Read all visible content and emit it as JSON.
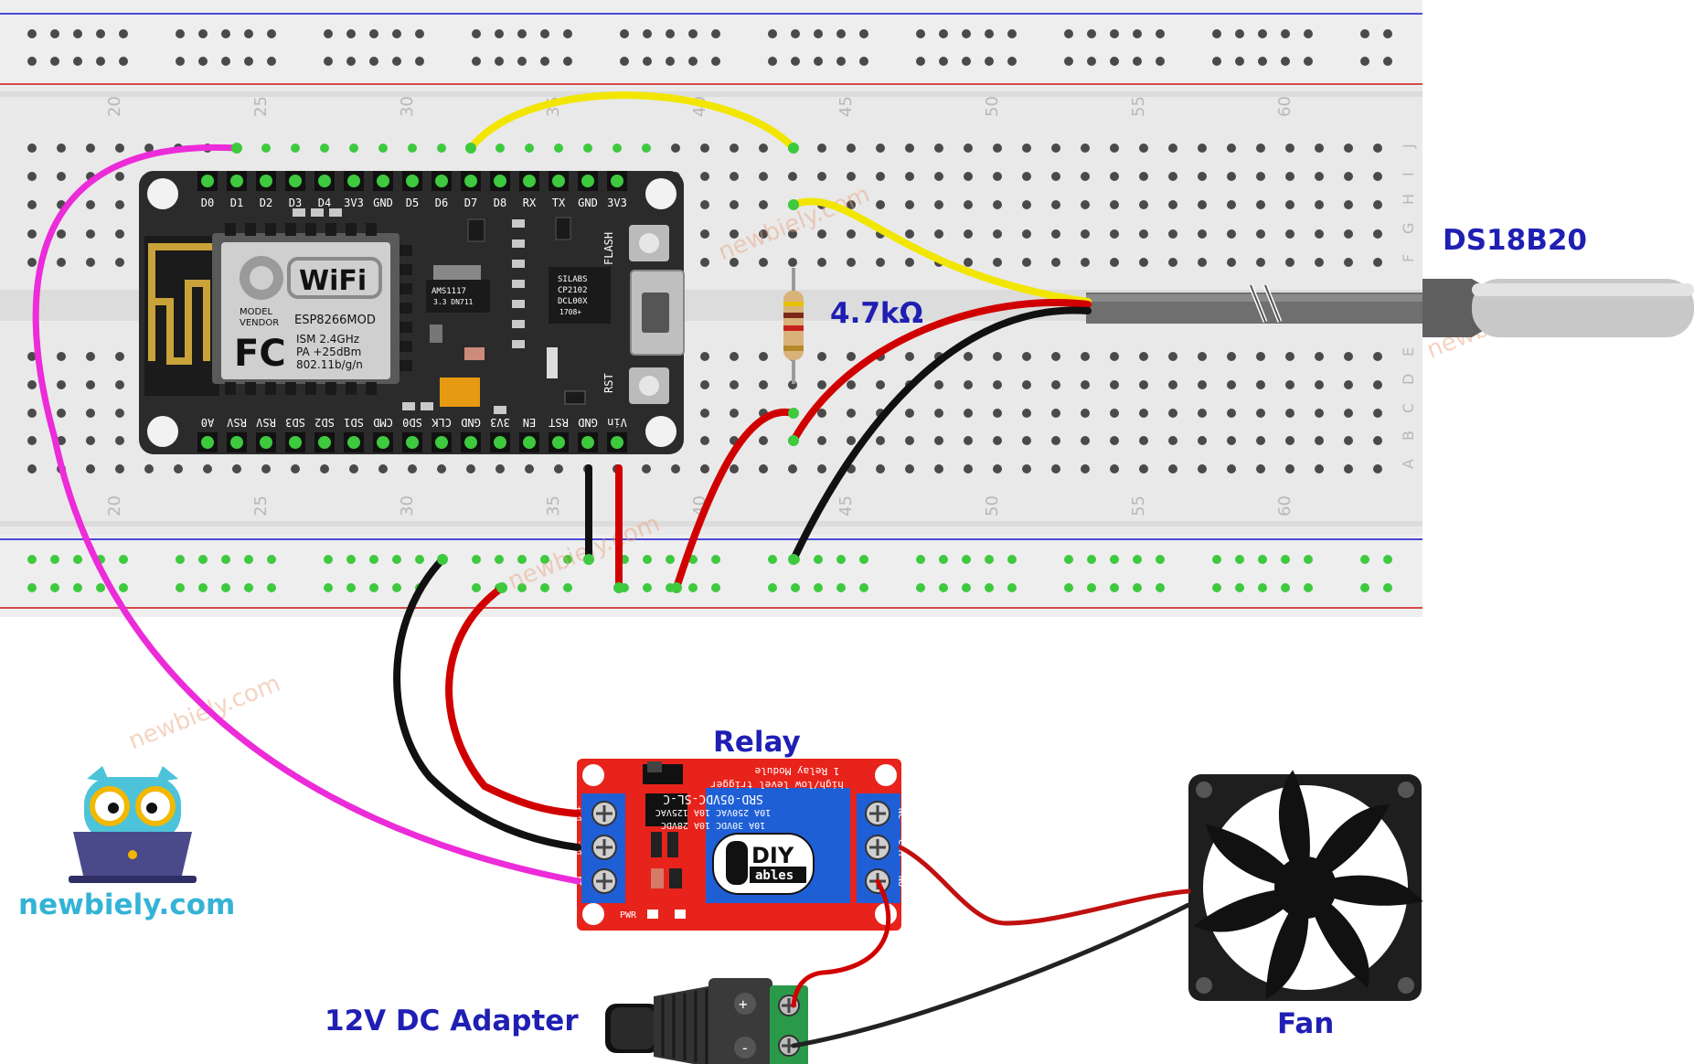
{
  "labels": {
    "sensor": "DS18B20",
    "resistor": "4.7kΩ",
    "relay": "Relay",
    "adapter": "12V DC Adapter",
    "fan": "Fan",
    "brand": "newbiely.com",
    "watermark": "newbiely.com"
  },
  "breadboard": {
    "top_numbers": [
      "20",
      "25",
      "30",
      "35",
      "40",
      "45",
      "50",
      "55",
      "60"
    ],
    "bottom_numbers": [
      "20",
      "25",
      "30",
      "35",
      "40",
      "45",
      "50",
      "55",
      "60"
    ],
    "row_letters": [
      "J",
      "I",
      "H",
      "G",
      "F",
      "E",
      "D",
      "C",
      "B",
      "A"
    ]
  },
  "esp": {
    "top_pins": [
      "D0",
      "D1",
      "D2",
      "D3",
      "D4",
      "3V3",
      "GND",
      "D5",
      "D6",
      "D7",
      "D8",
      "RX",
      "TX",
      "GND",
      "3V3"
    ],
    "bottom_pins": [
      "A0",
      "RSV",
      "RSV",
      "SD3",
      "SD2",
      "SD1",
      "CMD",
      "SD0",
      "CLK",
      "GND",
      "3V3",
      "EN",
      "RST",
      "GND",
      "Vin"
    ],
    "wifi_text": "WiFi",
    "module_text": "ESP8266MOD",
    "model_text": "MODEL",
    "vendor_text": "VENDOR",
    "fc_text": "FC",
    "ism_text": "ISM 2.4GHz",
    "pa_text": "PA +25dBm",
    "std_text": "802.11b/g/n",
    "reg_text": "AMS1117",
    "reg_sub": "3.3  DN711",
    "usb_chip_text": "SILABS",
    "usb_chip_sub": "CP2102",
    "usb_chip_sub2": "DCL00X",
    "usb_chip_sub3": "1708+",
    "flash_text": "FLASH",
    "rst_text": "RST"
  },
  "relay_board": {
    "brand_top": "DIY",
    "brand_bottom": "ables",
    "module_text": "1 Relay Module",
    "trigger_text": "high/low level trigger",
    "relay_model": "SRD-05VDC-SL-C",
    "rating1": "10A 250VAC 10A 125VAC",
    "rating2": "10A 30VDC 10A 28VDC",
    "nc": "NC",
    "com": "COM",
    "no": "NO",
    "dc_plus": "DC+",
    "dc_minus": "DC-",
    "in": "IN",
    "pwr": "PWR"
  },
  "colors": {
    "wire_yellow": "#f2e600",
    "wire_red": "#d10000",
    "wire_black": "#111111",
    "wire_magenta": "#ec2bd9",
    "label_blue": "#1f1fb4",
    "breadboard": "#e7e7e7",
    "esp_board": "#2b2b2b",
    "relay_board": "#e8231b",
    "pin_green": "#3ec93e"
  }
}
